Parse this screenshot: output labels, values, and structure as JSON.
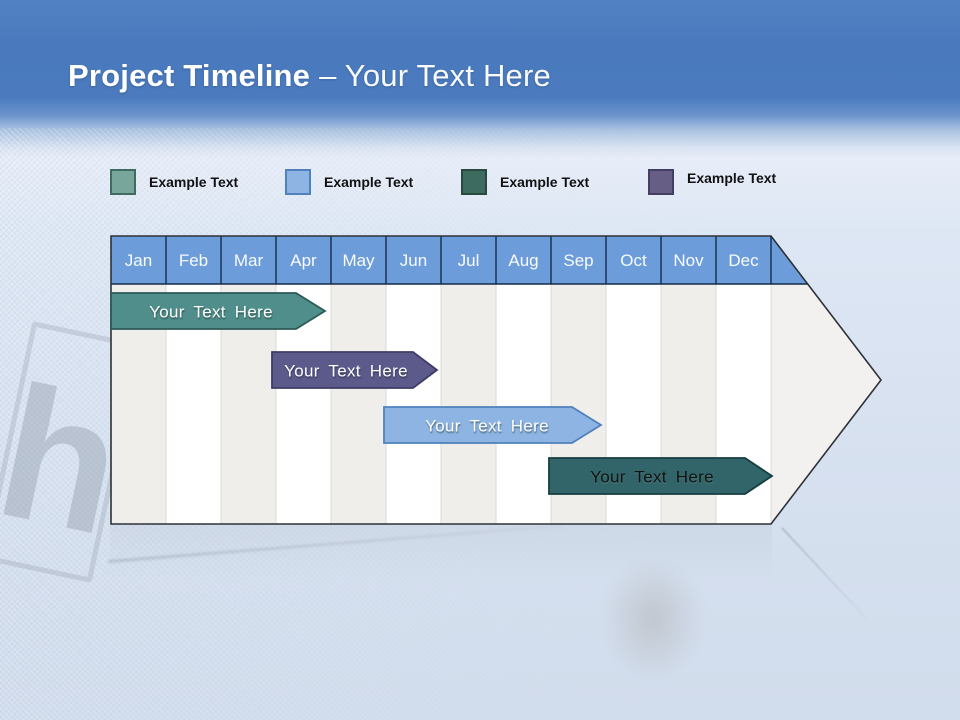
{
  "slide": {
    "title_main": "Project Timeline",
    "title_suffix": "– Your Text Here"
  },
  "legend": {
    "items": [
      {
        "label": "Example Text",
        "color": "#79A69A",
        "border": "#3F6B60"
      },
      {
        "label": "Example Text",
        "color": "#8DB4E2",
        "border": "#4F81BD"
      },
      {
        "label": "Example Text",
        "color": "#3E6B5F",
        "border": "#27493F"
      },
      {
        "label": "Example Text",
        "color": "#675E85",
        "border": "#433E63"
      }
    ]
  },
  "timeline": {
    "months": [
      "Jan",
      "Feb",
      "Mar",
      "Apr",
      "May",
      "Jun",
      "Jul",
      "Aug",
      "Sep",
      "Oct",
      "Nov",
      "Dec"
    ],
    "tasks": [
      {
        "label": "Your Text Here",
        "fill": "#4F8E8B",
        "border": "#2C5A58",
        "text_color": "#FFFFFF",
        "row": 1,
        "span": "Jan–Apr"
      },
      {
        "label": "Your Text Here",
        "fill": "#5C598B",
        "border": "#3E3C64",
        "text_color": "#FFFFFF",
        "row": 2,
        "span": "Apr–Jun"
      },
      {
        "label": "Your Text Here",
        "fill": "#8DB4E2",
        "border": "#4F81BD",
        "text_color": "#FFFFFF",
        "row": 3,
        "span": "Jun–Oct"
      },
      {
        "label": "Your Text Here",
        "fill": "#316569",
        "border": "#143E41",
        "text_color": "#111111",
        "row": 4,
        "span": "Sep–Dec"
      }
    ],
    "header_fill": "#6C9CD9",
    "stripe_color": "#EFEEEA",
    "arrow_body_fill": "#F2F1EF",
    "outline_color": "#2E3137"
  },
  "watermark": {
    "letter": "h"
  }
}
